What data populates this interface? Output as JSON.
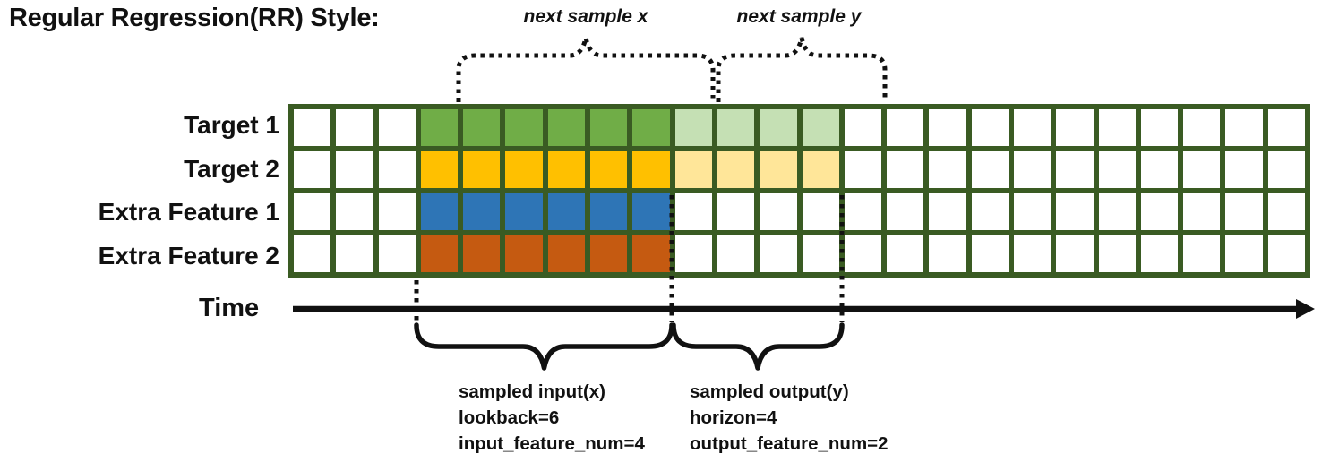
{
  "title": "Regular Regression(RR) Style:",
  "grid": {
    "columns": 24,
    "border_color": "#3A5B23",
    "colors": {
      "target1_input": "#70AD47",
      "target1_output": "#C5E0B4",
      "target2_input": "#FFC000",
      "target2_output": "#FFE699",
      "extra1_input": "#2E75B6",
      "extra2_input": "#C55A11",
      "empty": "#FFFFFF"
    },
    "rows": [
      {
        "label": "Target 1",
        "segments": [
          {
            "count": 3,
            "color": "#FFFFFF"
          },
          {
            "count": 6,
            "color": "#70AD47"
          },
          {
            "count": 4,
            "color": "#C5E0B4"
          },
          {
            "count": 11,
            "color": "#FFFFFF"
          }
        ]
      },
      {
        "label": "Target 2",
        "segments": [
          {
            "count": 3,
            "color": "#FFFFFF"
          },
          {
            "count": 6,
            "color": "#FFC000"
          },
          {
            "count": 4,
            "color": "#FFE699"
          },
          {
            "count": 11,
            "color": "#FFFFFF"
          }
        ]
      },
      {
        "label": "Extra Feature 1",
        "segments": [
          {
            "count": 3,
            "color": "#FFFFFF"
          },
          {
            "count": 6,
            "color": "#2E75B6"
          },
          {
            "count": 15,
            "color": "#FFFFFF"
          }
        ]
      },
      {
        "label": "Extra Feature 2",
        "segments": [
          {
            "count": 3,
            "color": "#FFFFFF"
          },
          {
            "count": 6,
            "color": "#C55A11"
          },
          {
            "count": 15,
            "color": "#FFFFFF"
          }
        ]
      }
    ]
  },
  "annotations": {
    "next_sample_x": "next sample x",
    "next_sample_y": "next sample y",
    "time_label": "Time",
    "sampled_input": {
      "title": "sampled input(x)",
      "lookback": "lookback=6",
      "feature_num": "input_feature_num=4"
    },
    "sampled_output": {
      "title": "sampled output(y)",
      "horizon": "horizon=4",
      "feature_num": "output_feature_num=2"
    }
  }
}
